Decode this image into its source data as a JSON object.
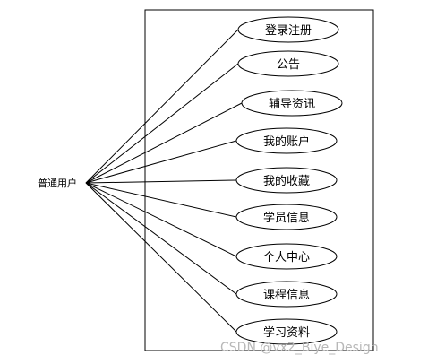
{
  "actor": {
    "label": "普通用户"
  },
  "use_cases": [
    {
      "label": "登录注册"
    },
    {
      "label": "公告"
    },
    {
      "label": "辅导资讯"
    },
    {
      "label": "我的账户"
    },
    {
      "label": "我的收藏"
    },
    {
      "label": "学员信息"
    },
    {
      "label": "个人中心"
    },
    {
      "label": "课程信息"
    },
    {
      "label": "学习资料"
    }
  ],
  "watermark": {
    "text": "CSDN @vx2_Biye_Design"
  },
  "colors": {
    "stroke": "#000000",
    "background": "#ffffff",
    "watermark": "#b8b8b8"
  }
}
